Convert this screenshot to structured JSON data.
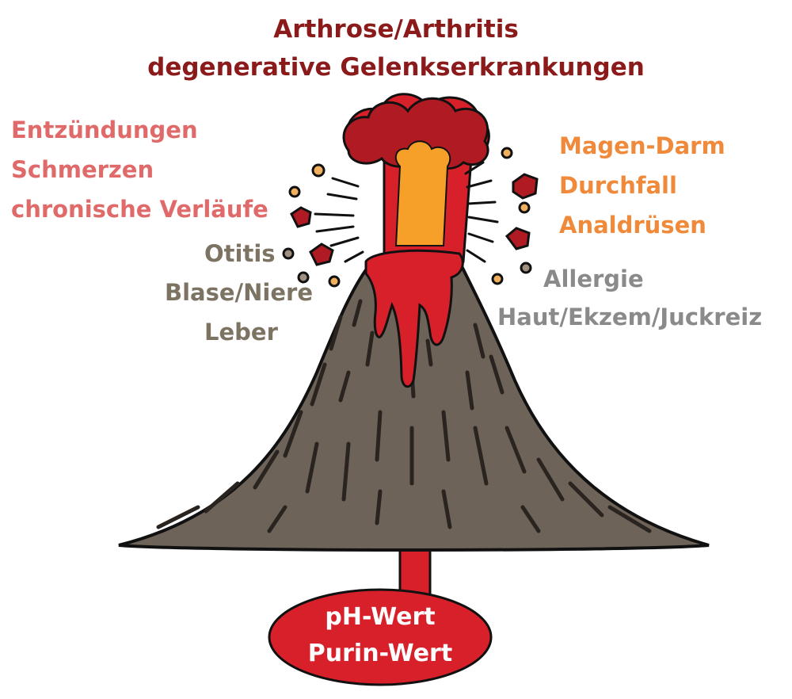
{
  "title": {
    "line1": "Arthrose/Arthritis",
    "line2": "degenerative Gelenkserkrankungen"
  },
  "left_group": {
    "items": [
      "Entzündungen",
      "Schmerzen",
      "chronische Verläufe"
    ]
  },
  "right_group": {
    "items": [
      "Magen-Darm",
      "Durchfall",
      "Analdrüsen"
    ]
  },
  "left_organs": {
    "items": [
      "Otitis",
      "Blase/Niere",
      "Leber"
    ]
  },
  "right_skin": {
    "items": [
      "Allergie",
      "Haut/Ekzem/Juckreiz"
    ]
  },
  "base": {
    "line1": "pH-Wert",
    "line2": "Purin-Wert"
  },
  "colors": {
    "title": "#8b1a1a",
    "inflammation": "#e06a6a",
    "digestion": "#f08a3a",
    "organs": "#7d7363",
    "skin": "#8a8a8a",
    "lava_red": "#d8202a",
    "lava_dark": "#b01a22",
    "lava_orange": "#f6a02a",
    "mountain": "#6e6358",
    "outline": "#111111"
  }
}
